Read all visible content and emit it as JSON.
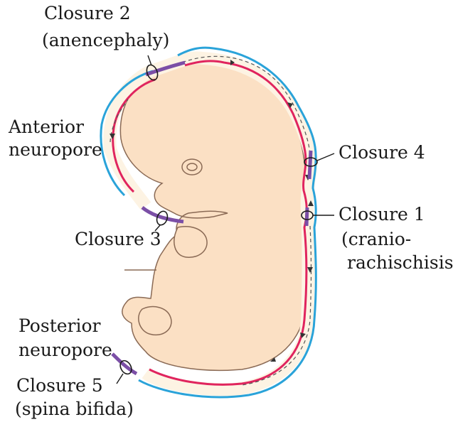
{
  "labels": {
    "closure2": "Closure 2",
    "closure2_note": "(anencephaly)",
    "anterior_line1": "Anterior",
    "anterior_line2": "neuropore",
    "closure4": "Closure 4",
    "closure1": "Closure 1",
    "closure1_note_line1": "(cranio-",
    "closure1_note_line2": "rachischisis)",
    "closure3": "Closure 3",
    "posterior_line1": "Posterior",
    "posterior_line2": "neuropore",
    "closure5": "Closure 5",
    "closure5_note": "(spina bifida)"
  },
  "colors": {
    "embryo_fill": "#fbe0c4",
    "embryo_outline": "#8a6a55",
    "surface_ectoderm": "#2aa3d9",
    "neural_tube": "#e0245e",
    "closure_zone": "#7b4fa6",
    "canal_fill": "#fdf3e3",
    "text": "#1a1a1a"
  }
}
